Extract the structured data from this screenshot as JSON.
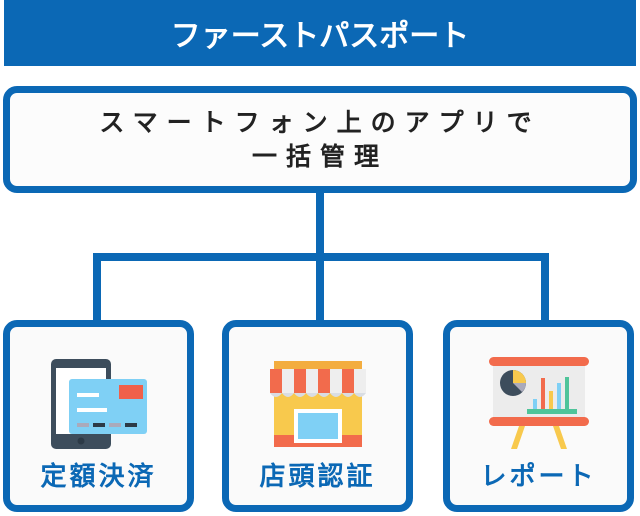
{
  "header": {
    "title": "ファーストパスポート"
  },
  "main": {
    "line1": "スマートフォン上のアプリで",
    "line2": "一括管理"
  },
  "features": [
    {
      "label": "定額決済",
      "icon": "smartphone-card-icon"
    },
    {
      "label": "店頭認証",
      "icon": "storefront-icon"
    },
    {
      "label": "レポート",
      "icon": "presentation-chart-icon"
    }
  ],
  "colors": {
    "primary": "#0b68b5"
  }
}
